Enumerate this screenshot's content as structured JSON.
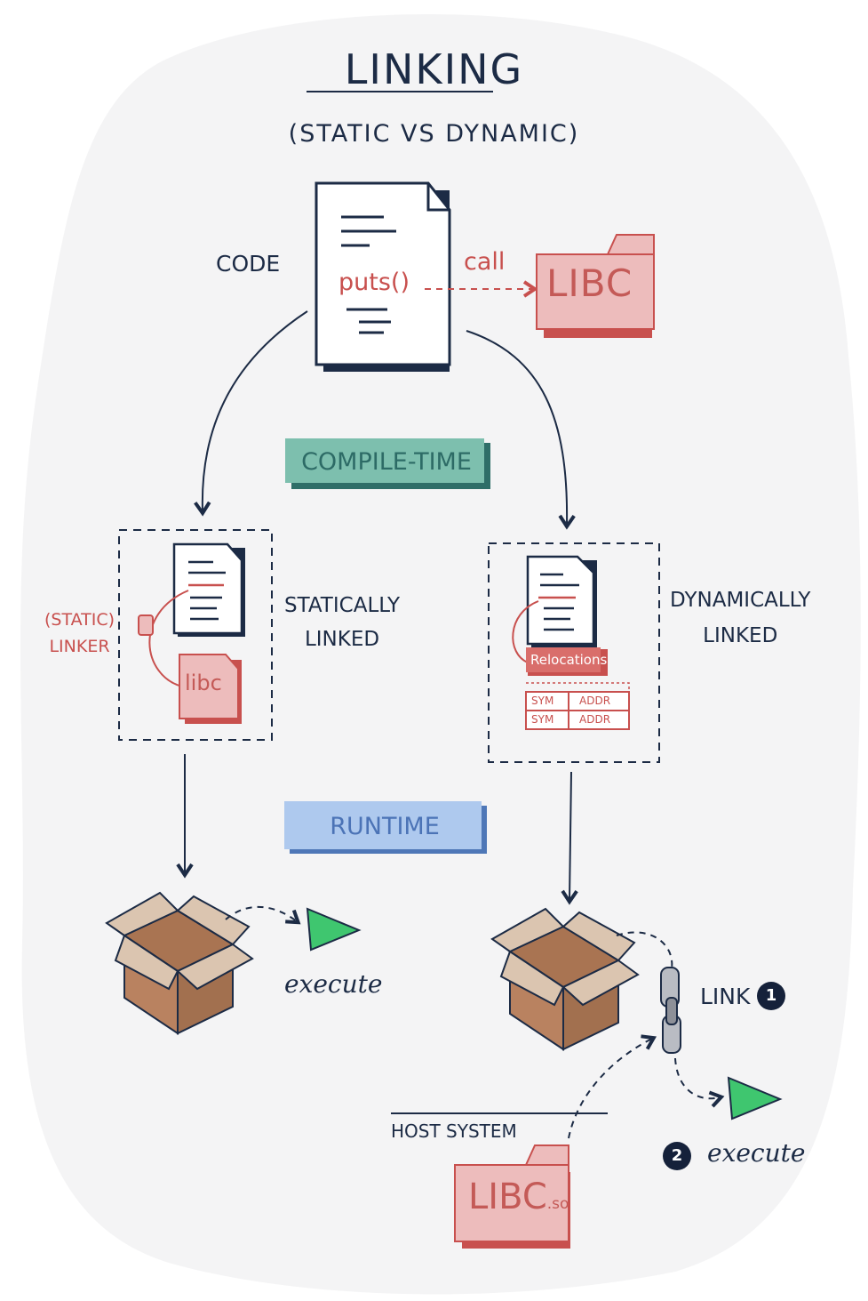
{
  "title": "LINKING",
  "subtitle": "(STATIC VS DYNAMIC)",
  "code_label": "CODE",
  "code_call": "puts()",
  "call_label": "call",
  "libc_label": "LIBC",
  "compile_time_label": "COMPILE-TIME",
  "runtime_label": "RUNTIME",
  "static": {
    "label_line1": "STATICALLY",
    "label_line2": "LINKED",
    "linker_line1": "(STATIC)",
    "linker_line2": "LINKER",
    "lib_label": "libc"
  },
  "dynamic": {
    "label_line1": "DYNAMICALLY",
    "label_line2": "LINKED",
    "relocations_label": "Relocations",
    "table_rows": [
      [
        "SYM",
        "ADDR"
      ],
      [
        "SYM",
        "ADDR"
      ]
    ]
  },
  "execute_label": "execute",
  "link_label": "LINK",
  "step1": "1",
  "step2": "2",
  "host_system_label": "HOST SYSTEM",
  "libc_so_label": "LIBC",
  "libc_so_suffix": ".so",
  "colors": {
    "ink": "#1c2b45",
    "red": "#c8504e",
    "pink_fill": "#edbcbc",
    "teal": "#7dbfae",
    "blue": "#aec9ee",
    "box_brown": "#b98260",
    "box_flap": "#dbc5b0",
    "green": "#3fc66f"
  }
}
